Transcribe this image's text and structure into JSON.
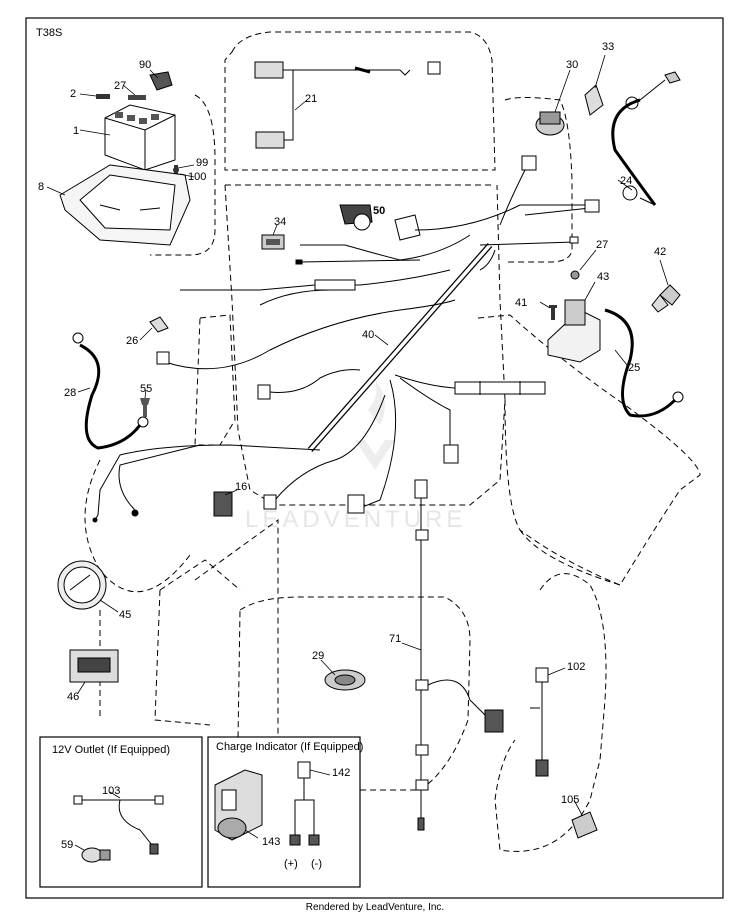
{
  "diagram_code": "T38S",
  "footer": "Rendered by LeadVenture, Inc.",
  "watermark": "LEADVENTURE",
  "parts": {
    "p1": "1",
    "p2": "2",
    "p8": "8",
    "p16": "16",
    "p21": "21",
    "p24": "24",
    "p25": "25",
    "p26": "26",
    "p27a": "27",
    "p27b": "27",
    "p28": "28",
    "p29": "29",
    "p30": "30",
    "p33": "33",
    "p34": "34",
    "p40": "40",
    "p41": "41",
    "p42": "42",
    "p43": "43",
    "p45": "45",
    "p46": "46",
    "p50": "50",
    "p55": "55",
    "p59": "59",
    "p71": "71",
    "p90": "90",
    "p99": "99",
    "p100": "100",
    "p102": "102",
    "p103": "103",
    "p105": "105",
    "p142": "142",
    "p143": "143"
  },
  "boxes": {
    "outlet_title": "12V Outlet (If Equipped)",
    "charge_title": "Charge Indicator (If Equipped)",
    "plus": "(+)",
    "minus": "(-)"
  }
}
